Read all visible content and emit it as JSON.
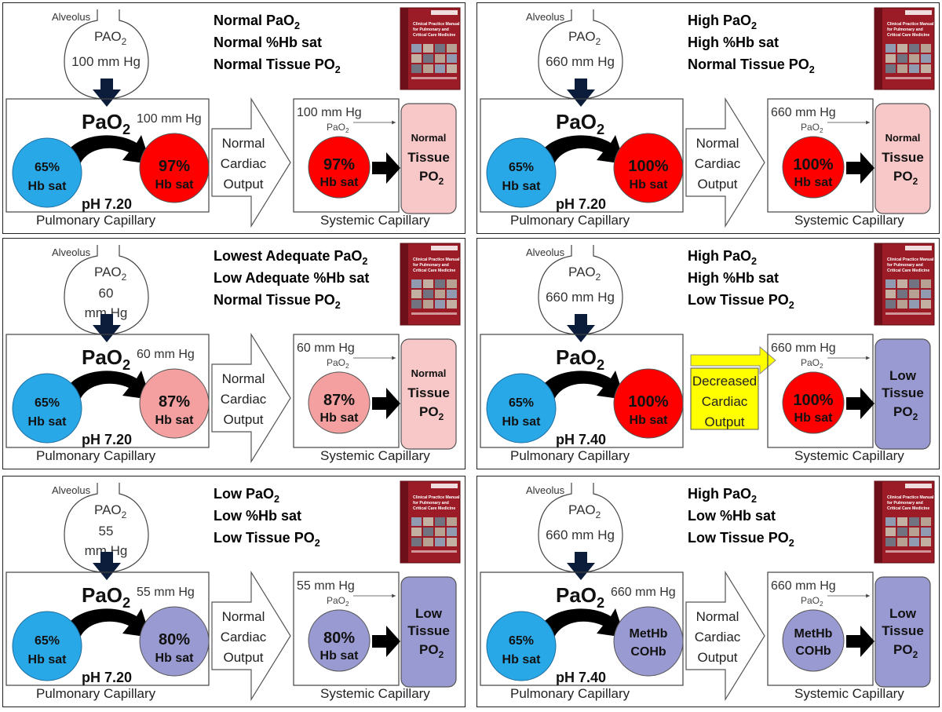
{
  "common": {
    "alveolus": "Alveolus",
    "pao2_big": "PaO",
    "pao2_small": "PaO",
    "pao2_cap": "PAO",
    "sub2": "2",
    "pulmonary_capillary": "Pulmonary Capillary",
    "systemic_capillary": "Systemic Capillary",
    "hb_sat_start": "65%",
    "hb_sat_label": "Hb sat",
    "tissue": "Tissue",
    "po": "PO"
  },
  "colors": {
    "blue": "#29a8e8",
    "red": "#ff0000",
    "pink": "#f4a0a0",
    "lavender": "#9a9ad2",
    "tissue_pink": "#f8c8c8",
    "tissue_lavender": "#9a9ad2",
    "yellow": "#ffff00",
    "book": "#9b1b26"
  },
  "panels": [
    {
      "headline": [
        "Normal PaO",
        "Normal %Hb sat",
        "Normal Tissue PO"
      ],
      "headline_sub": [
        true,
        false,
        true
      ],
      "alveolar_value": [
        "100 mm Hg"
      ],
      "pao2_value": "100 mm Hg",
      "ph": "pH 7.20",
      "end_sat": [
        "97%",
        "Hb sat"
      ],
      "output": [
        "Normal",
        "Cardiac",
        "Output"
      ],
      "output_style": "arrow",
      "sys_value": "100 mm Hg",
      "sys_sat": [
        "97%",
        "Hb sat"
      ],
      "tissue_label": "Normal",
      "tissue_style": "pink",
      "sat_color": "red"
    },
    {
      "headline": [
        "High PaO",
        "High %Hb sat",
        "Normal Tissue PO"
      ],
      "headline_sub": [
        true,
        false,
        true
      ],
      "alveolar_value": [
        "660 mm Hg"
      ],
      "pao2_value": "",
      "ph": "pH 7.20",
      "end_sat": [
        "100%",
        "Hb sat"
      ],
      "output": [
        "Normal",
        "Cardiac",
        "Output"
      ],
      "output_style": "arrow",
      "sys_value": "660 mm Hg",
      "sys_sat": [
        "100%",
        "Hb sat"
      ],
      "tissue_label": "Normal",
      "tissue_style": "pink",
      "sat_color": "red"
    },
    {
      "headline": [
        "Lowest Adequate PaO",
        "Low Adequate %Hb sat",
        "Normal Tissue PO"
      ],
      "headline_sub": [
        true,
        false,
        true
      ],
      "alveolar_value": [
        "60",
        "mm Hg"
      ],
      "pao2_value": "60 mm Hg",
      "ph": "pH 7.20",
      "end_sat": [
        "87%",
        "Hb sat"
      ],
      "output": [
        "Normal",
        "Cardiac",
        "Output"
      ],
      "output_style": "arrow",
      "sys_value": "60 mm Hg",
      "sys_sat": [
        "87%",
        "Hb sat"
      ],
      "tissue_label": "Normal",
      "tissue_style": "pink",
      "sat_color": "pink"
    },
    {
      "headline": [
        "High PaO",
        "High %Hb sat",
        "Low Tissue PO"
      ],
      "headline_sub": [
        true,
        false,
        true
      ],
      "alveolar_value": [
        "660 mm Hg"
      ],
      "pao2_value": "",
      "ph": "pH 7.40",
      "end_sat": [
        "100%",
        "Hb sat"
      ],
      "output": [
        "Decreased",
        "Cardiac",
        "Output"
      ],
      "output_style": "yellow",
      "sys_value": "660 mm Hg",
      "sys_sat": [
        "100%",
        "Hb sat"
      ],
      "tissue_label": "Low",
      "tissue_style": "lavender",
      "sat_color": "red"
    },
    {
      "headline": [
        "Low PaO",
        "Low %Hb sat",
        "Low Tissue PO"
      ],
      "headline_sub": [
        true,
        false,
        true
      ],
      "alveolar_value": [
        "55",
        "mm Hg"
      ],
      "pao2_value": "55 mm Hg",
      "ph": "pH 7.20",
      "end_sat": [
        "80%",
        "Hb sat"
      ],
      "output": [
        "Normal",
        "Cardiac",
        "Output"
      ],
      "output_style": "arrow",
      "sys_value": "55 mm Hg",
      "sys_sat": [
        "80%",
        "Hb sat"
      ],
      "tissue_label": "Low",
      "tissue_style": "lavender",
      "sat_color": "lavender"
    },
    {
      "headline": [
        "High PaO",
        "Low %Hb sat",
        "Low Tissue PO"
      ],
      "headline_sub": [
        true,
        false,
        true
      ],
      "alveolar_value": [
        "660 mm Hg"
      ],
      "pao2_value": "660 mm Hg",
      "ph": "pH 7.40",
      "end_sat": [
        "MetHb",
        "COHb"
      ],
      "output": [
        "Normal",
        "Cardiac",
        "Output"
      ],
      "output_style": "arrow",
      "sys_value": "660 mm Hg",
      "sys_sat": [
        "MetHb",
        "COHb"
      ],
      "tissue_label": "Low",
      "tissue_style": "lavender",
      "sat_color": "lavender"
    }
  ],
  "book": {
    "title_lines": [
      "Clinical Practice Manual",
      "for Pulmonary and",
      "Critical Care Medicine"
    ]
  }
}
